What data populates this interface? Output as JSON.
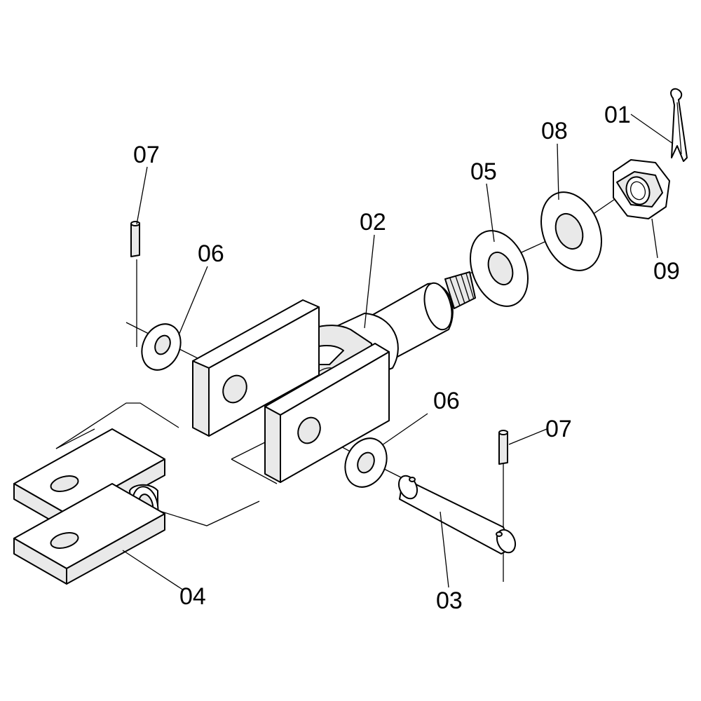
{
  "diagram": {
    "callouts": {
      "c01": "01",
      "c02": "02",
      "c03": "03",
      "c04": "04",
      "c05": "05",
      "c06a": "06",
      "c06b": "06",
      "c07a": "07",
      "c07b": "07",
      "c08": "08",
      "c09": "09"
    },
    "parts": {
      "p01": "split-pin-icon",
      "p02": "pivot-shaft-icon",
      "p03": "clevis-pin-icon",
      "p04": "spacer-plates-icon",
      "p05": "flat-washer-icon",
      "p06": "small-washer-icon",
      "p07": "roll-pin-icon",
      "p08": "large-washer-icon",
      "p09": "castle-nut-icon"
    },
    "colors": {
      "line": "#000000",
      "background": "#ffffff",
      "shading": "#e9e9e9"
    }
  }
}
